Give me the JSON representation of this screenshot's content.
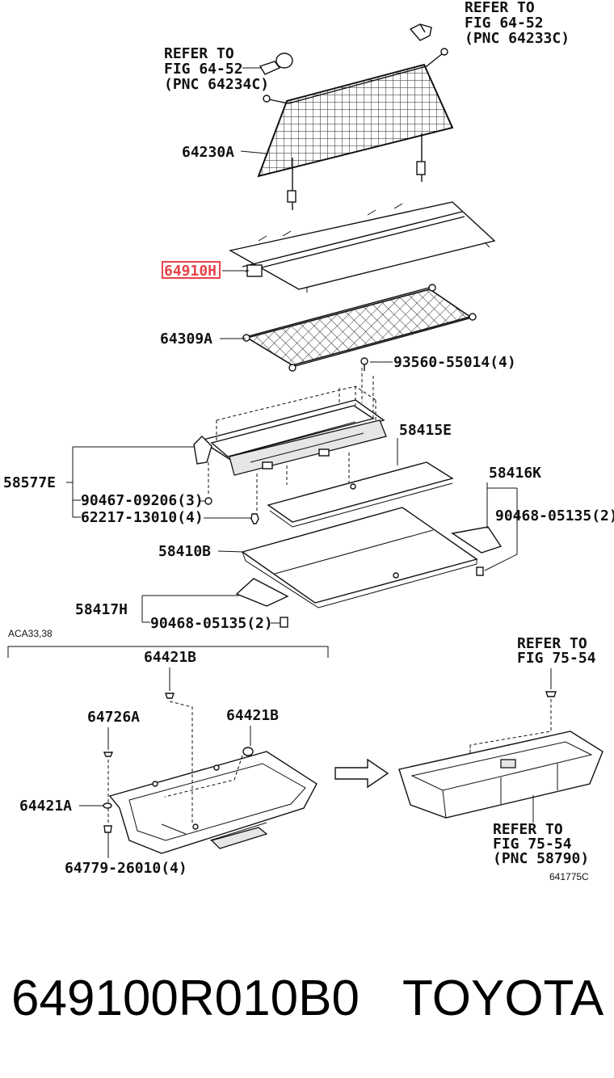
{
  "diagram": {
    "refer_top_right": [
      "REFER TO",
      "FIG 64-52",
      "(PNC 64233C)"
    ],
    "refer_top_left": [
      "REFER TO",
      "FIG 64-52",
      "(PNC 64234C)"
    ],
    "labels": {
      "p64230A": "64230A",
      "p64910": "64910H",
      "p64309A": "64309A",
      "p93560": "93560-55014(4)",
      "p58415E": "58415E",
      "p58577E": "58577E",
      "p90467": "90467-09206(3)",
      "p62217": "62217-13010(4)",
      "p58416K": "58416K",
      "p90468a": "90468-05135(2)",
      "p58410B": "58410B",
      "p58417H": "58417H",
      "p90468b": "90468-05135(2)",
      "aca": "ACA33,38",
      "p64421B_top": "64421B",
      "p64726A": "64726A",
      "p64421B_mid": "64421B",
      "p64421A": "64421A",
      "p64779": "64779-26010(4)",
      "code": "641775C"
    },
    "refer_bottom_top": [
      "REFER TO",
      "FIG 75-54"
    ],
    "refer_bottom": [
      "REFER TO",
      "FIG 75-54",
      "(PNC 58790)"
    ],
    "highlight_color": "#e8434a"
  },
  "footer": {
    "part_number": "649100R010B0",
    "brand": "TOYOTA"
  }
}
